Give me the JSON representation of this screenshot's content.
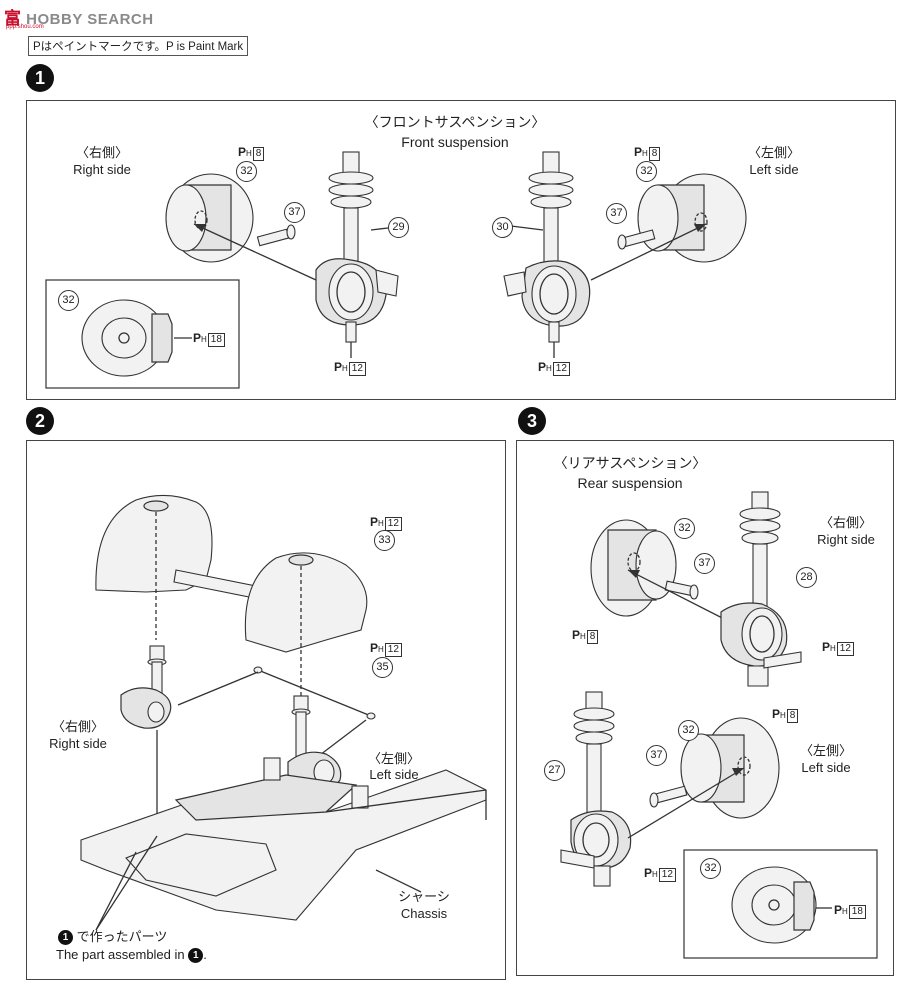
{
  "header": {
    "logo_text_red": "富",
    "logo_text": "HOBBY SEARCH",
    "site_url": "ppp.shou.com",
    "paint_notice": "Pはペイントマークです。P is Paint Mark"
  },
  "steps": [
    {
      "number": "1"
    },
    {
      "number": "2"
    },
    {
      "number": "3"
    }
  ],
  "step1": {
    "title_jp": "〈フロントサスペンション〉",
    "title_en": "Front suspension",
    "right_side_jp": "〈右側〉",
    "right_side_en": "Right side",
    "left_side_jp": "〈左側〉",
    "left_side_en": "Left side",
    "parts": {
      "p32": "32",
      "p37": "37",
      "p29": "29",
      "p30": "30"
    },
    "paint_marks": {
      "ph8": "8",
      "ph12": "12",
      "ph18": "18"
    }
  },
  "step2": {
    "right_side_jp": "〈右側〉",
    "right_side_en": "Right side",
    "left_side_jp": "〈左側〉",
    "left_side_en": "Left side",
    "chassis_jp": "シャーシ",
    "chassis_en": "Chassis",
    "assembled_jp": "で作ったパーツ",
    "assembled_en": "The part assembled in",
    "assembled_ref": "1",
    "parts": {
      "p33": "33",
      "p35": "35"
    },
    "paint_marks": {
      "ph12": "12"
    }
  },
  "step3": {
    "title_jp": "〈リアサスペンション〉",
    "title_en": "Rear suspension",
    "right_side_jp": "〈右側〉",
    "right_side_en": "Right side",
    "left_side_jp": "〈左側〉",
    "left_side_en": "Left side",
    "parts": {
      "p32": "32",
      "p37": "37",
      "p28": "28",
      "p27": "27"
    },
    "paint_marks": {
      "ph8": "8",
      "ph12": "12",
      "ph18": "18"
    }
  },
  "paint_prefix": {
    "p": "P",
    "h": "H"
  }
}
